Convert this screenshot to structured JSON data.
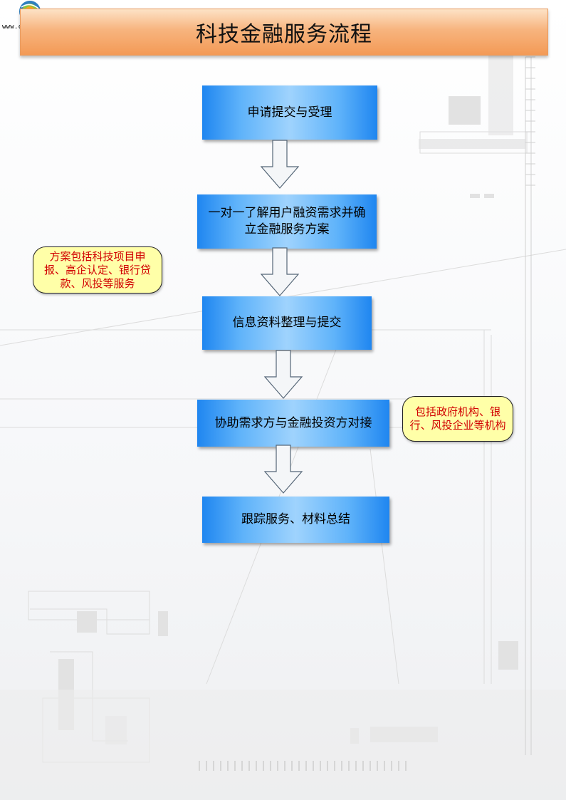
{
  "header": {
    "logo_url": "www.cgfh.com.cn",
    "title": "科技金融服务流程"
  },
  "flow": {
    "steps": [
      {
        "label": "申请提交与受理"
      },
      {
        "label": "一对一了解用户融资需求并确立金融服务方案"
      },
      {
        "label": "信息资料整理与提交"
      },
      {
        "label": "协助需求方与金融投资方对接"
      },
      {
        "label": "跟踪服务、材料总结"
      }
    ]
  },
  "notes": {
    "plan_note": "方案包括科技项目申报、高企认定、银行贷款、风投等服务",
    "investor_note": "包括政府机构、银行、风投企业等机构"
  },
  "colors": {
    "title_banner": "#f7b47e",
    "step_fill": "#5fb3fa",
    "note_fill": "#ffffa8",
    "note_text": "#d10000"
  }
}
